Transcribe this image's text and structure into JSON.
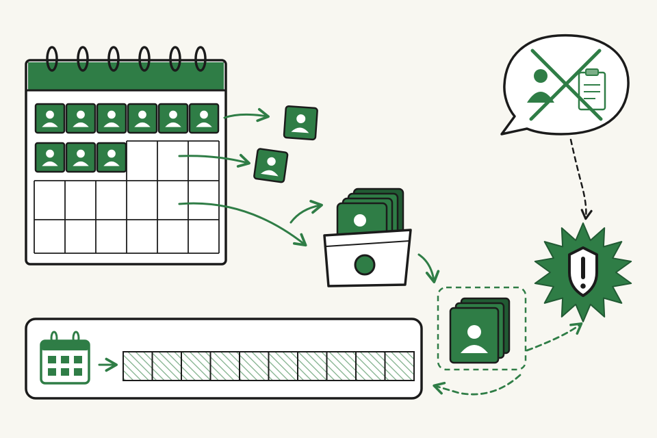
{
  "colors": {
    "background": "#f8f7f1",
    "ink": "#1b1b1b",
    "green": "#2f7d46",
    "green_dark": "#215a33",
    "green_light": "#7cae88",
    "paper": "#ffffff"
  },
  "icons": {
    "calendar": "calendar-icon",
    "person_card": "person-card-icon",
    "card_box": "card-box-icon",
    "card_stack": "card-stack-icon",
    "speech_bubble": "speech-bubble-icon",
    "cross_out": "cross-out-icon",
    "clipboard": "clipboard-icon",
    "warning_shield": "warning-shield-icon",
    "timeline": "timeline-icon"
  },
  "calendar": {
    "filled_row1": 6,
    "filled_row2": 3
  },
  "timeline": {
    "segments": 10
  }
}
